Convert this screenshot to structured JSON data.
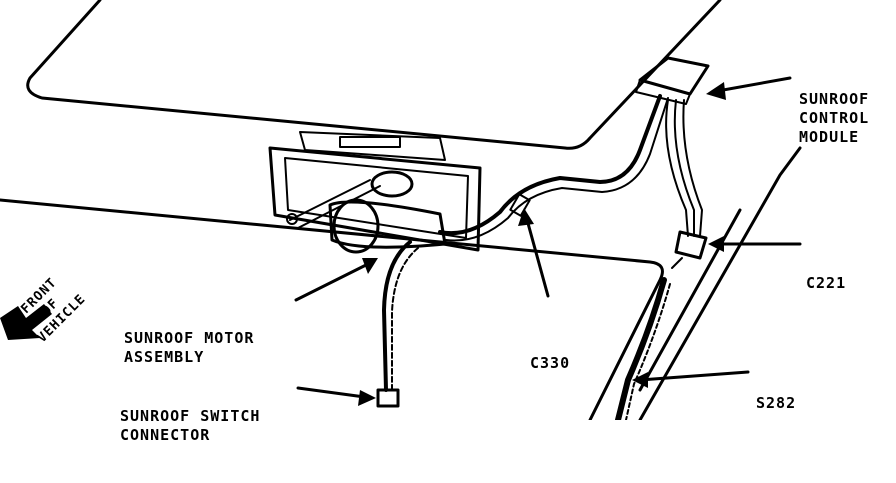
{
  "labels": {
    "control_module": [
      "SUNROOF",
      "CONTROL",
      "MODULE"
    ],
    "c221": "C221",
    "motor_assembly": [
      "SUNROOF MOTOR",
      "ASSEMBLY"
    ],
    "c330": "C330",
    "s282": "S282",
    "switch_connector": [
      "SUNROOF SWITCH",
      "CONNECTOR"
    ],
    "front_of_vehicle": [
      "FRONT",
      "OF",
      "VEHICLE"
    ]
  },
  "colors": {
    "ink": "#000000",
    "paper": "#ffffff"
  }
}
